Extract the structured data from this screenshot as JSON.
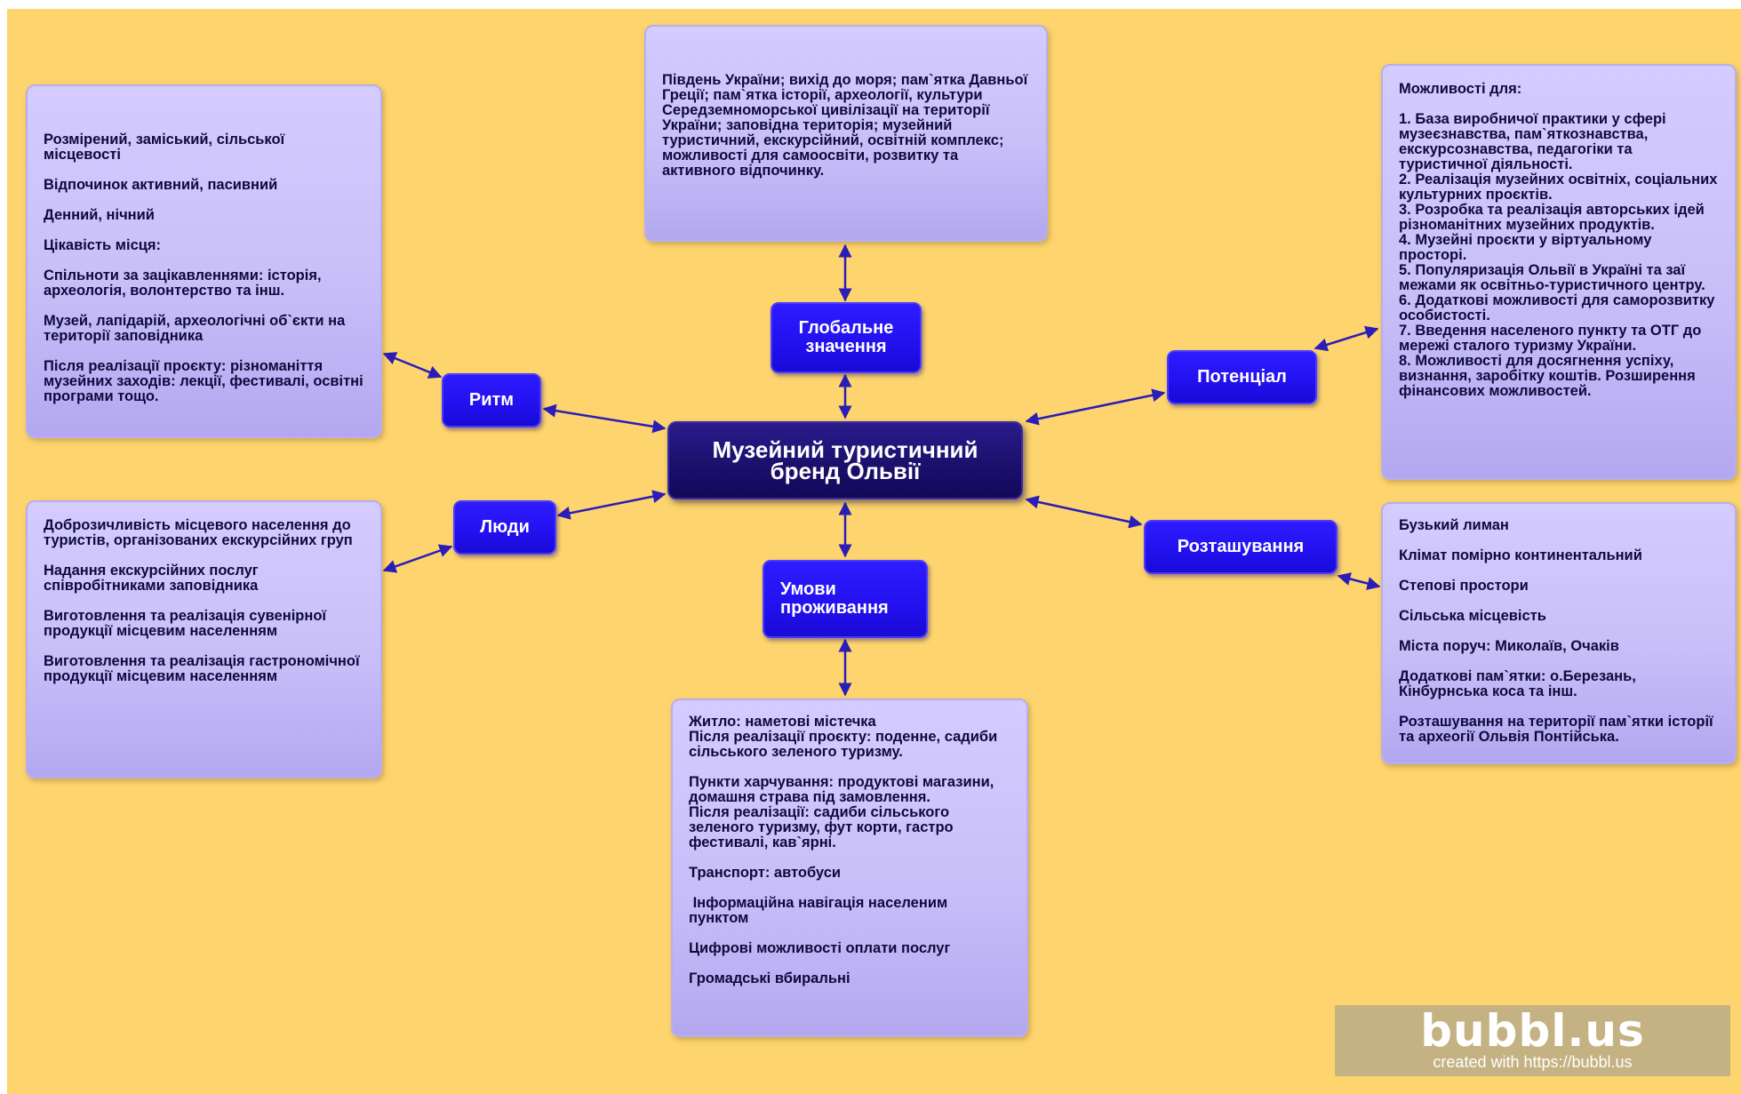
{
  "central": {
    "title": "Музейний туристичний бренд Ольвії"
  },
  "nodes": {
    "global": "Глобальне значення",
    "rhythm": "Ритм",
    "potential": "Потенціал",
    "people": "Люди",
    "location": "Розташування",
    "living": "Умови проживання"
  },
  "cards": {
    "global": [
      "Південь України; вихід до моря; пам`ятка Давньої Греції; пам`ятка історії, археології, культури Середземноморської цивілізації на території України; заповідна територія; музейний туристичний, екскурсійний, освітній комплекс; можливості для самоосвіти, розвитку та активного відпочинку."
    ],
    "rhythm": [
      "Розмірений, заміський, сільської місцевості",
      "Відпочинок активний, пасивний",
      "Денний, нічний",
      "Цікавість місця:",
      "Спільноти за зацікавленнями: історія, археологія, волонтерство та інш.",
      "Музей, лапідарій, археологічні об`єкти на території заповідника",
      "Після реалізації проєкту: різноманіття музейних заходів: лекції, фестивалі, освітні програми тощо."
    ],
    "potential": {
      "intro": "Можливості для:",
      "items": [
        "1. База виробничої практики у сфері музеєзнавства, пам`яткознавства, екскурсознавства, педагогіки та туристичної діяльності.",
        "2. Реалізація музейних освітніх, соціальних культурних проєктів.",
        "3. Розробка та реалізація авторських ідей різноманітних музейних продуктів.",
        "4. Музейні проєкти у віртуальному просторі.",
        "5. Популяризація Ольвії в Україні та заї межами як освітньо-туристичного центру.",
        "6. Додаткові можливості для саморозвитку особистості.",
        "7. Введення населеного пункту та ОТГ до мережі сталого туризму України.",
        "8. Можливості для досягнення успіху, визнання, заробітку коштів. Розширення фінансових можливостей."
      ]
    },
    "people": [
      "Доброзичливість місцевого населення до туристів, організованих екскурсійних груп",
      "Надання екскурсійних послуг співробітниками заповідника",
      "Виготовлення та реалізація сувенірної продукції місцевим населенням",
      "Виготовлення та реалізація гастрономічної продукції місцевим населенням"
    ],
    "location": [
      "Бузький лиман",
      "Клімат помірно континентальний",
      "Степові простори",
      "Сільська місцевість",
      "Міста поруч: Миколаїв, Очаків",
      "Додаткові пам`ятки: о.Березань, Кінбурнська коса та інш.",
      "Розташування на території пам`ятки історії та археогії Ольвія Понтійська."
    ],
    "living": {
      "housing": "Житло: наметові містечка",
      "housing_after": "Після реалізації проєкту: поденне, садиби сільського зеленого туризму.",
      "food": "Пункти харчування: продуктові магазини, домашня страва під замовлення.",
      "food_after": "Після реалізації: садиби сільського зеленого туризму, фут корти, гастро фестивалі, кав`ярні.",
      "transport": "Транспорт: автобуси",
      "navigation": " Інформаційна навігація населеним пунктом",
      "payment": "Цифрові можливості оплати послуг",
      "toilets": "Громадські вбиральні"
    }
  },
  "watermark": {
    "logo": "bubbl.us",
    "caption": "created with https://bubbl.us"
  },
  "colors": {
    "background": "#fdd46d",
    "card": "#c8bff9",
    "node": "#2210ee",
    "central": "#1b0f6a",
    "arrow": "#2a1db8"
  }
}
